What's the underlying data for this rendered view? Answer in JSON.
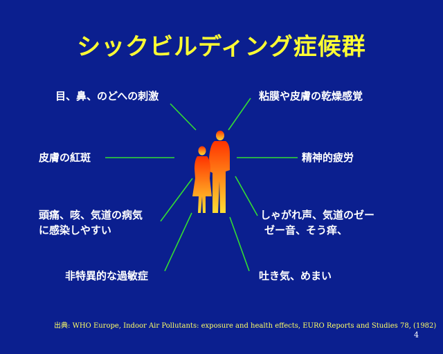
{
  "title": "シックビルディング症候群",
  "symptoms": {
    "top_left": "目、鼻、のどへの刺激",
    "top_right": "粘膜や皮膚の乾燥感覚",
    "mid_left": "皮膚の紅斑",
    "mid_right": "精神的疲労",
    "lower_left_1": "頭痛、咳、気道の病気",
    "lower_left_2": "に感染しやすい",
    "lower_right_1": "しゃがれ声、気道のゼー",
    "lower_right_2": "ゼー音、そう痒、",
    "bottom_left": "非特異的な過敏症",
    "bottom_right": "吐き気、めまい"
  },
  "source": {
    "label": "出典:",
    "text": "WHO Europe, Indoor Air Pollutants: exposure and health effects, EURO Reports and Studies 78, (1982)"
  },
  "page_number": "4",
  "colors": {
    "background": "#0b1f8f",
    "title": "#ffff33",
    "lines": "#33dd33",
    "figure_top": "#ff3300",
    "figure_bottom": "#ffdd33"
  }
}
